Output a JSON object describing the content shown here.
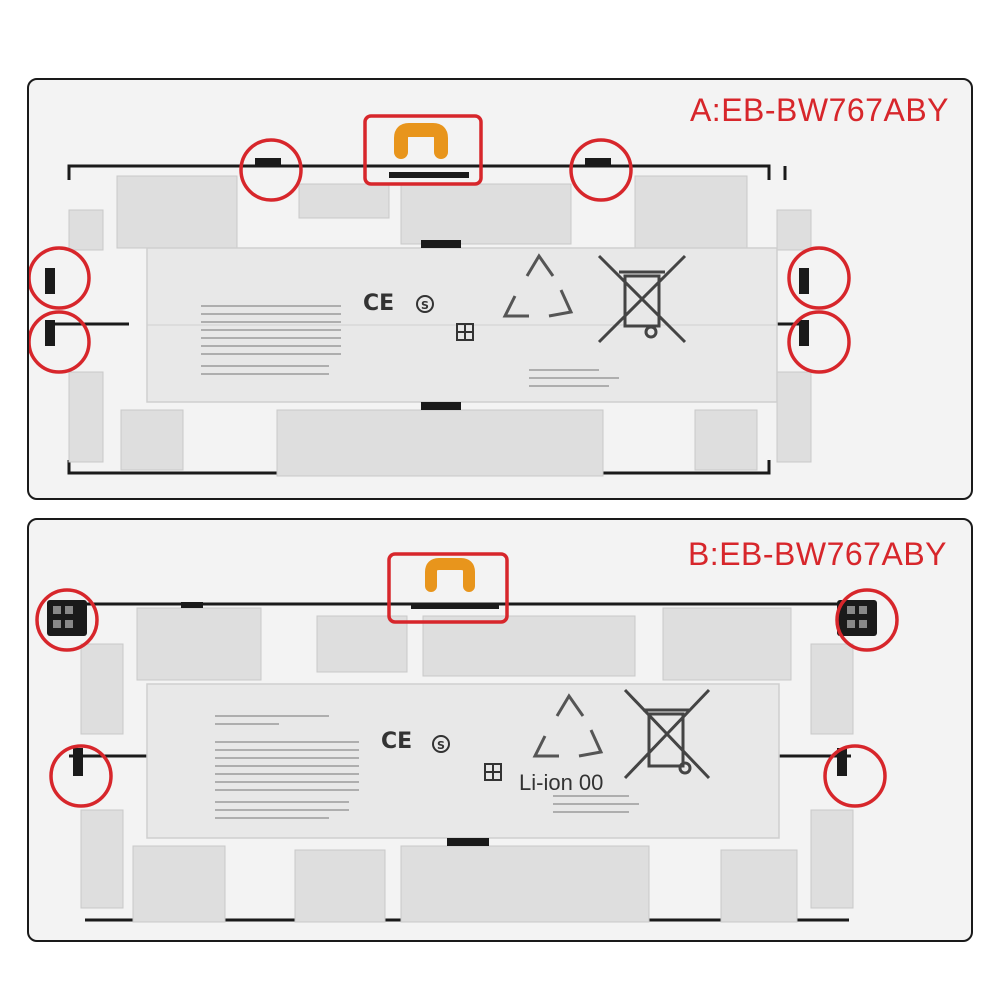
{
  "panel_a": {
    "title": "A:EB-BW767ABY",
    "marks": {
      "ce": "CE",
      "circle_mark": "S"
    }
  },
  "panel_b": {
    "title": "B:EB-BW767ABY",
    "marks": {
      "ce": "CE",
      "circle_mark": "S",
      "li_ion": "Li-ion 00"
    }
  },
  "colors": {
    "highlight_red": "#d7262b",
    "flex_cable_orange": "#e8951c",
    "battery_body": "#e4e4e4",
    "frame_black": "#1a1a1a"
  }
}
